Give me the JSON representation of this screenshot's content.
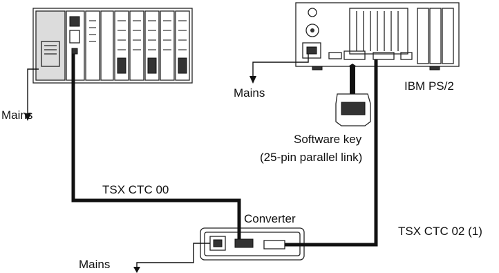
{
  "labels": {
    "mains_plc": "Mains",
    "mains_pc": "Mains",
    "mains_converter": "Mains",
    "pc_name": "IBM PS/2",
    "software_key_line1": "Software key",
    "software_key_line2": "(25-pin parallel link)",
    "cable_plc": "TSX CTC 00",
    "converter": "Converter",
    "cable_pc": "TSX CTC 02 (1)"
  }
}
